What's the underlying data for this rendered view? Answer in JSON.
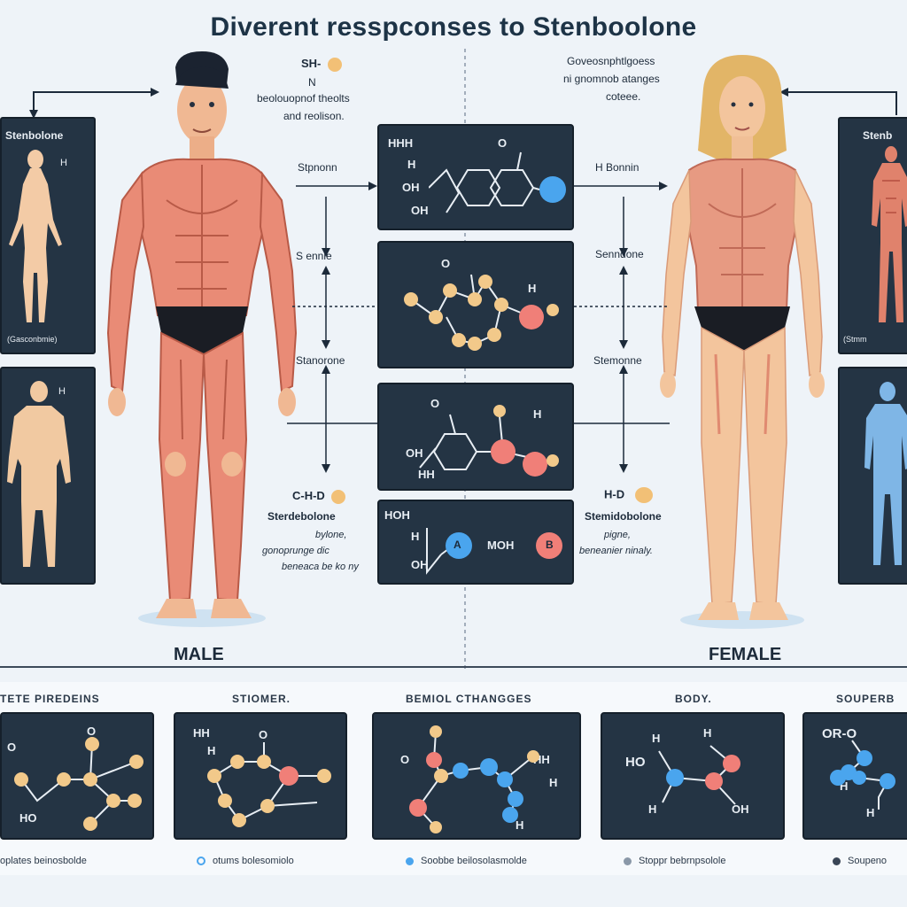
{
  "title": "Diverent resspconses to Stenboolone",
  "left_top_labels": {
    "formula": "SH-",
    "formula_sub": "N",
    "line1": "beolouopnof theolts",
    "line2": "and reolison."
  },
  "right_top_labels": {
    "line1": "Goveosnphtlgoess",
    "line2": "ni gnomnob atanges",
    "line3": "coteee."
  },
  "left_side_panel": {
    "title": "Stenbolone",
    "h_label": "H",
    "footer": "(Gasconbmie)"
  },
  "right_side_panel": {
    "title": "Stenb",
    "footer": "(Stmm"
  },
  "left_side_panel2": {
    "h_label": "H"
  },
  "flow_labels": {
    "left1": "Stpnonn",
    "left2": "S ennie",
    "left3": "Stanorone",
    "right1": "H Bonnin",
    "right2": "Senndone",
    "right3": "Stemonne"
  },
  "center_panels": [
    {
      "labels": [
        "HHH",
        "H",
        "OH",
        "OH"
      ],
      "top": "O"
    },
    {
      "labels": [
        "O",
        "H"
      ]
    },
    {
      "labels": [
        "O",
        "H",
        "OH",
        "HH"
      ]
    },
    {
      "labels": [
        "HOH",
        "H",
        "OH",
        "MOH"
      ],
      "badge_a": "A",
      "badge_b": "B"
    }
  ],
  "male_bottom": {
    "formula": "C-H-D",
    "name": "Sterdebolone",
    "line1": "bylone,",
    "line2": "gonoprunge dic",
    "line3": "beneaca be ko ny"
  },
  "female_bottom": {
    "formula": "H-D",
    "name": "Stemidobolone",
    "line1": "pigne,",
    "line2": "beneanier ninaly."
  },
  "male_label": "MALE",
  "female_label": "FEMALE",
  "bottom_titles": [
    "TETE PIREDEINS",
    "STIOMER.",
    "BEMIOL CTHANGGES",
    "BODY.",
    "SOUPERB"
  ],
  "bottom_legends": [
    "oplates beinosbolde",
    "otums bolesomiolo",
    "Soobbe beilosolasmolde",
    "Stoppr bebrnpsolole",
    "Soupeno"
  ],
  "bottom_atom_labels": {
    "p1": [
      "O",
      "O",
      "HO"
    ],
    "p2": [
      "HH",
      "H",
      "O"
    ],
    "p3": [
      "O",
      "HH",
      "H",
      "H"
    ],
    "p4": [
      "H",
      "H",
      "HO",
      "H",
      "OH"
    ],
    "p5": [
      "OR-O",
      "H",
      "H"
    ]
  },
  "colors": {
    "panel_bg": "#243444",
    "atom_tan": "#f2c98a",
    "atom_red": "#f07f78",
    "atom_blue": "#4aa5ee",
    "muscle": "#e98b76",
    "skin": "#f3c59d"
  }
}
